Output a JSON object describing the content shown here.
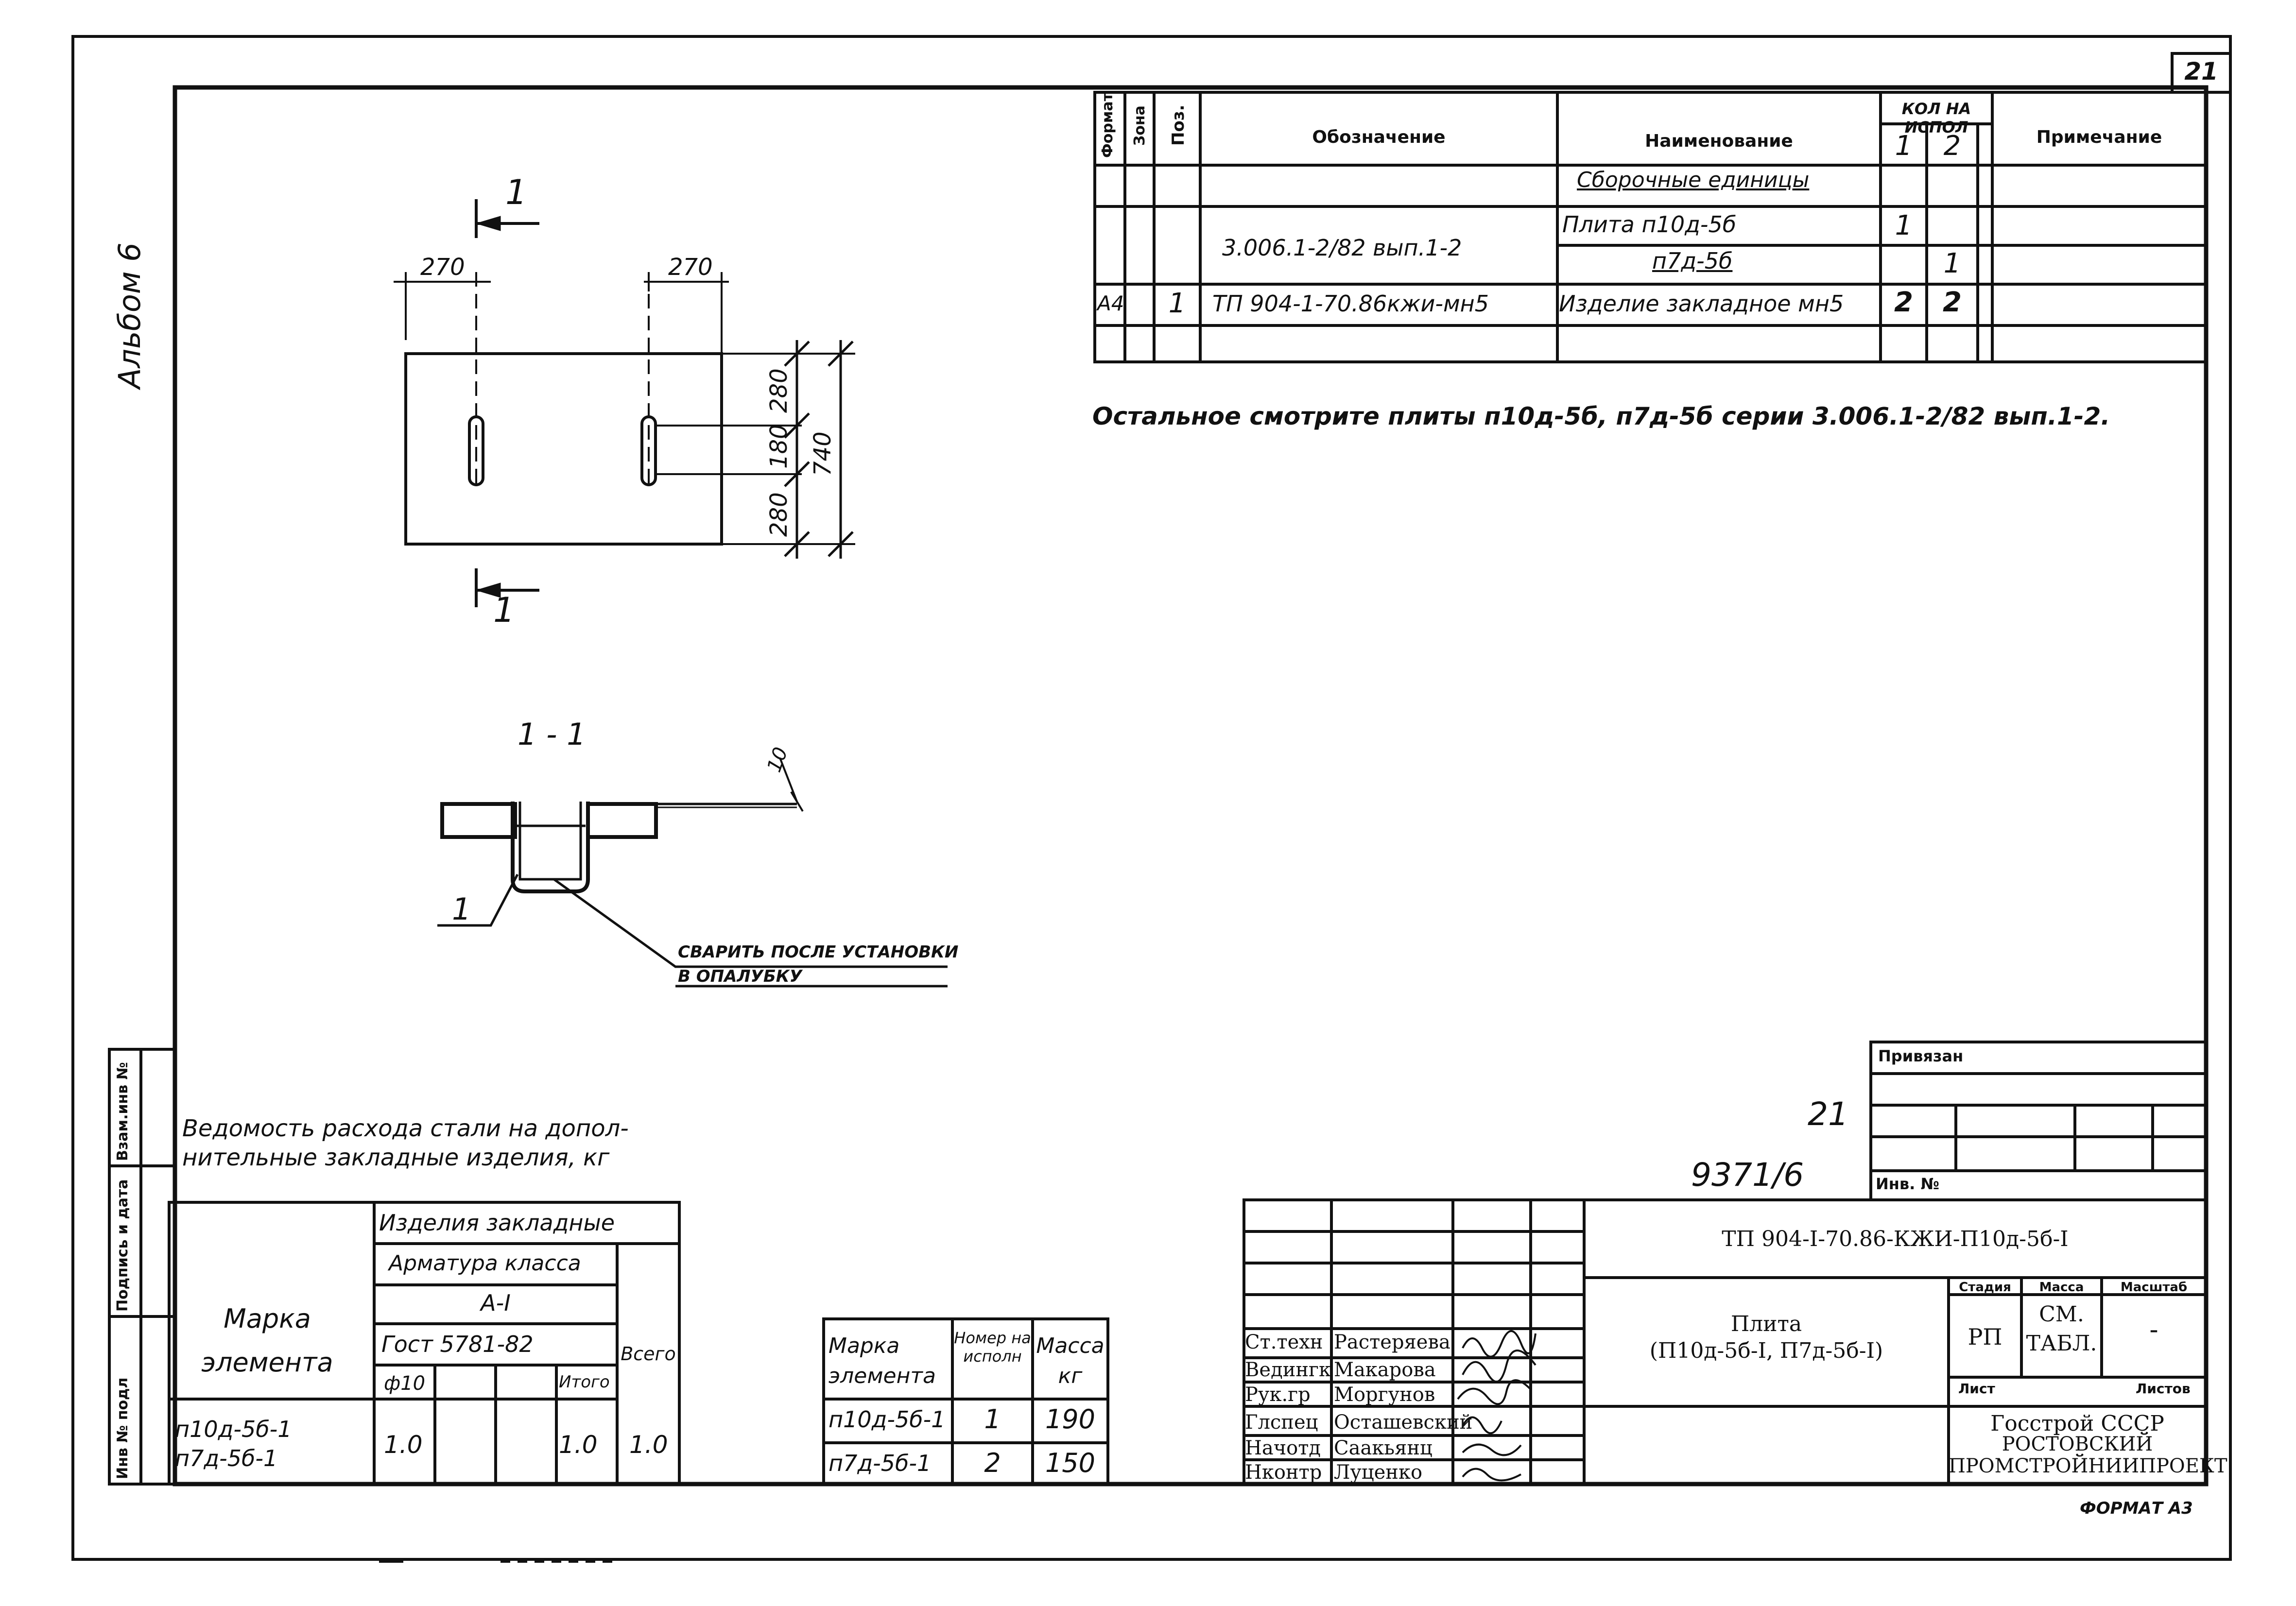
{
  "sheet": {
    "number": "21",
    "album": "Альбом 6",
    "format": "ФОРМАТ А3"
  },
  "spec": {
    "headers": {
      "format": "Формат",
      "zone": "Зона",
      "pos": "Поз.",
      "designation": "Обозначение",
      "name": "Наименование",
      "qty": "КОЛ НА ИСПОЛ",
      "qty1": "1",
      "qty2": "2",
      "note": "Примечание"
    },
    "section": "Сборочные единицы",
    "rows": [
      {
        "format": "",
        "pos": "",
        "designation": "3.006.1-2/82 вып.1-2",
        "name": "Плита п10д-5б",
        "q1": "1",
        "q2": ""
      },
      {
        "format": "",
        "pos": "",
        "designation": "",
        "name": "п7д-5б",
        "q1": "",
        "q2": "1"
      },
      {
        "format": "А4",
        "pos": "1",
        "designation": "ТП 904-1-70.86кжи-мн5",
        "name": "Изделие закладное мн5",
        "q1": "2",
        "q2": "2"
      }
    ]
  },
  "note_text": "Остальное смотрите плиты п10д-5б, п7д-5б серии 3.006.1-2/82 вып.1-2.",
  "plan": {
    "section_mark": "1",
    "dim_left": "270",
    "dim_right": "270",
    "dim_280a": "280",
    "dim_180": "180",
    "dim_280b": "280",
    "dim_740": "740"
  },
  "section_view": {
    "title": "1 - 1",
    "dim_10": "10",
    "callout": "1",
    "weld_note_1": "СВАРИТЬ ПОСЛЕ УСТАНОВКИ",
    "weld_note_2": "В ОПАЛУБКУ"
  },
  "steel": {
    "title_1": "Ведомость расхода стали на допол-",
    "title_2": "нительные закладные изделия, кг",
    "mark_header": "Марка элемента",
    "group_header": "Изделия закладные",
    "armature": "Арматура класса",
    "class": "А-I",
    "gost": "Гост 5781-82",
    "phi": "ф10",
    "itogo": "Итого",
    "vsego": "Всего",
    "rows": [
      {
        "mark": "п10д-5б-1",
        "phi": "1.0",
        "itogo": "1.0",
        "vsego": "1.0"
      },
      {
        "mark": "п7д-5б-1",
        "phi": "",
        "itogo": "",
        "vsego": ""
      }
    ]
  },
  "mass": {
    "h_mark": "Марка элемента",
    "h_num": "Номер на исполн",
    "h_mass": "Масса кг",
    "rows": [
      {
        "mark": "п10д-5б-1",
        "num": "1",
        "mass": "190"
      },
      {
        "mark": "п7д-5б-1",
        "num": "2",
        "mass": "150"
      }
    ]
  },
  "side_stamp": {
    "vzam": "Взам.инв №",
    "podpis": "Подпись и дата",
    "inv": "Инв № подл"
  },
  "binding": {
    "privyazan": "Привязан",
    "hand_21": "21",
    "hand_id": "9371/6",
    "inv_no": "Инв. №"
  },
  "title_block": {
    "code": "ТП 904-I-70.86-КЖИ-П10д-5б-I",
    "name_1": "Плита",
    "name_2": "(П10д-5б-I, П7д-5б-I)",
    "stage_h": "Стадия",
    "mass_h": "Масса",
    "scale_h": "Масштаб",
    "stage": "РП",
    "mass_1": "СМ.",
    "mass_2": "ТАБЛ.",
    "scale": "-",
    "sheet_h": "Лист",
    "sheets_h": "Листов",
    "org_1": "Госстрой СССР",
    "org_2": "РОСТОВСКИЙ",
    "org_3": "ПРОМСТРОЙНИИПРОЕКТ",
    "people": [
      {
        "role": "Ст.техн",
        "name": "Растеряева"
      },
      {
        "role": "Ведингк",
        "name": "Макарова"
      },
      {
        "role": "Рук.гр",
        "name": "Моргунов"
      },
      {
        "role": "Глспец",
        "name": "Осташевский"
      },
      {
        "role": "Начотд",
        "name": "Саакьянц"
      },
      {
        "role": "Нконтр",
        "name": "Луценко"
      }
    ]
  }
}
